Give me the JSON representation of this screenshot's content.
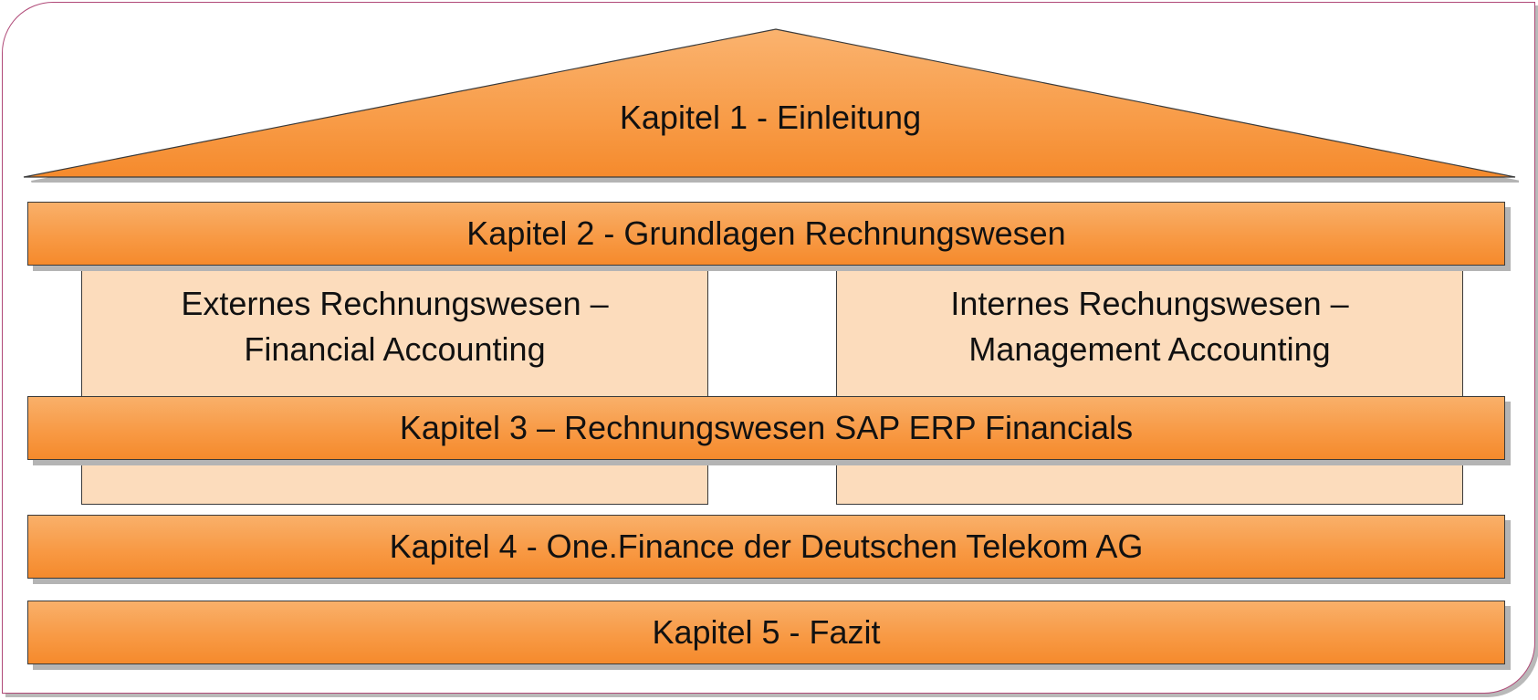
{
  "chapters": {
    "ch1": "Kapitel 1 - Einleitung",
    "ch2": "Kapitel 2 - Grundlagen Rechnungswesen",
    "ch3": "Kapitel 3 – Rechnungswesen SAP ERP Financials",
    "ch4": "Kapitel 4 - One.Finance der Deutschen Telekom AG",
    "ch5": "Kapitel 5 - Fazit"
  },
  "pillars": {
    "external": {
      "line1": "Externes Rechnungswesen –",
      "line2": "Financial Accounting"
    },
    "internal": {
      "line1": "Internes Rechungswesen –",
      "line2": "Management Accounting"
    }
  },
  "colors": {
    "orange_top": "#f9b06a",
    "orange_bottom": "#f58a2c",
    "pillar_fill": "#fcdcbc",
    "frame_border": "#b04a78"
  }
}
